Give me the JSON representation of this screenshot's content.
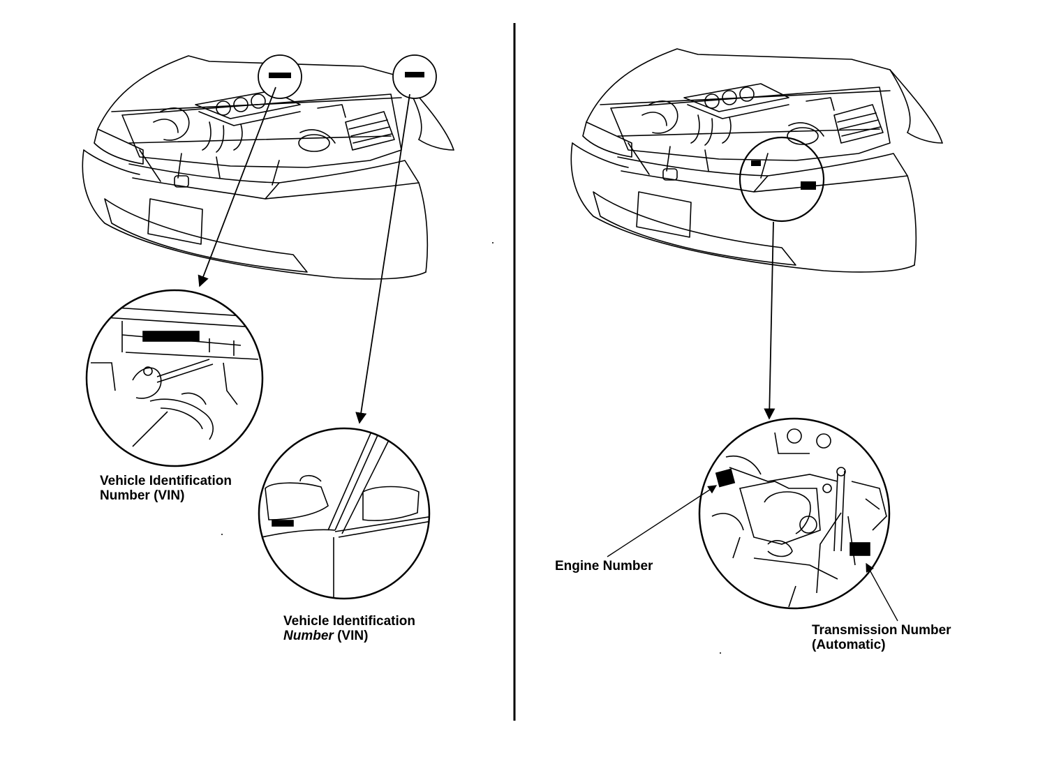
{
  "labels": {
    "vin_hood_line1": "Vehicle Identification",
    "vin_hood_line2": "Number (VIN)",
    "vin_dash_line1": "Vehicle Identification",
    "vin_dash_line2_italic": "Number",
    "vin_dash_line2_rest": " (VIN)",
    "engine_number": "Engine Number",
    "transmission_line1": "Transmission Number",
    "transmission_line2": "(Automatic)"
  },
  "colors": {
    "ink": "#000000",
    "paper": "#ffffff"
  }
}
